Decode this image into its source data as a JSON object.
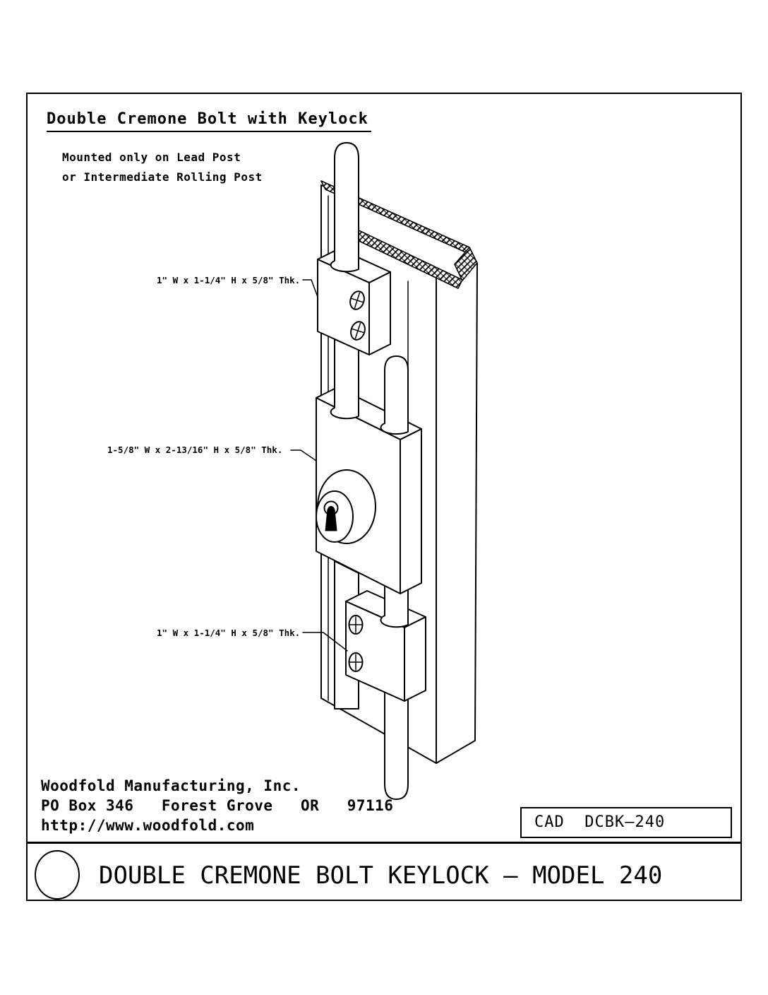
{
  "drawing": {
    "title": "Double Cremone Bolt with Keylock",
    "note_line1": "Mounted only on Lead Post",
    "note_line2": "or Intermediate Rolling Post",
    "dimension_labels": {
      "top_guide": "1\" W x 1-1/4\" H x 5/8\" Thk.",
      "keylock_body": "1-5/8\" W x 2-13/16\" H x 5/8\" Thk.",
      "bottom_guide": "1\" W x 1-1/4\" H x 5/8\" Thk."
    }
  },
  "footer": {
    "company_name": "Woodfold Manufacturing, Inc.",
    "company_address": "PO Box 346   Forest Grove   OR   97116",
    "company_website": "http://www.woodfold.com",
    "cad_reference": "CAD  DCBK–240"
  },
  "title_block": {
    "model_title": "DOUBLE CREMONE BOLT KEYLOCK – MODEL 240"
  },
  "colors": {
    "ink": "#000000",
    "paper": "#ffffff"
  }
}
